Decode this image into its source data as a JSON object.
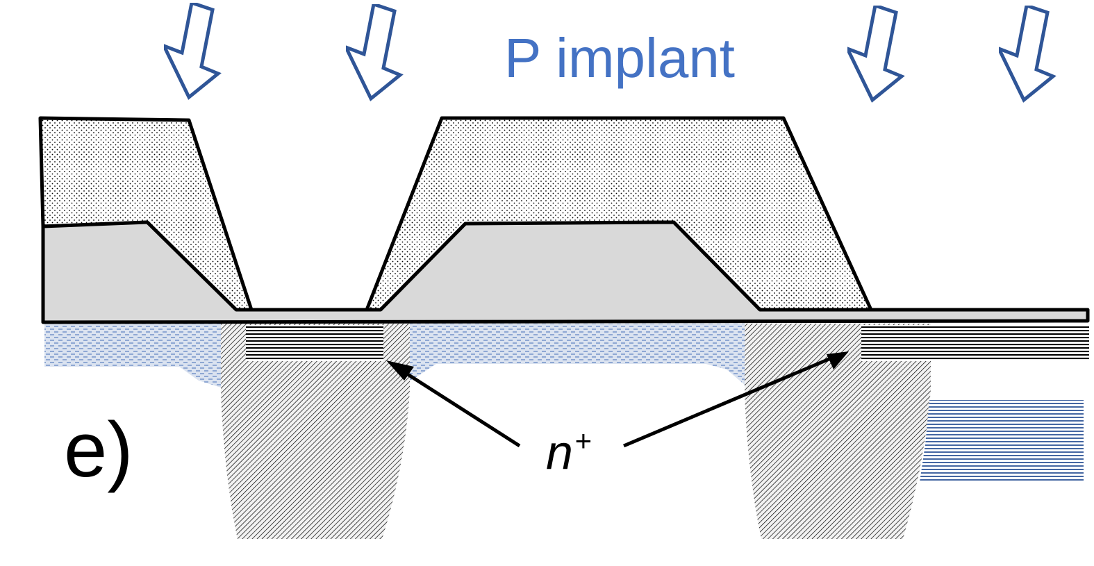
{
  "diagram": {
    "implant_label": "P implant",
    "panel_label": "e)",
    "region_label": {
      "base": "n",
      "superscript": "+"
    },
    "colors": {
      "implant_arrow": "#2f5597",
      "implant_text": "#4472c4",
      "outline": "#000000",
      "resist_fill": "#ffffff",
      "resist_dots": "#000000",
      "oxide_fill": "#d9d9d9",
      "p_region_dash": "#5b7fc0",
      "n_plus_hatch": "#000000"
    },
    "icons": [
      "arrow-down-left-icon"
    ]
  }
}
